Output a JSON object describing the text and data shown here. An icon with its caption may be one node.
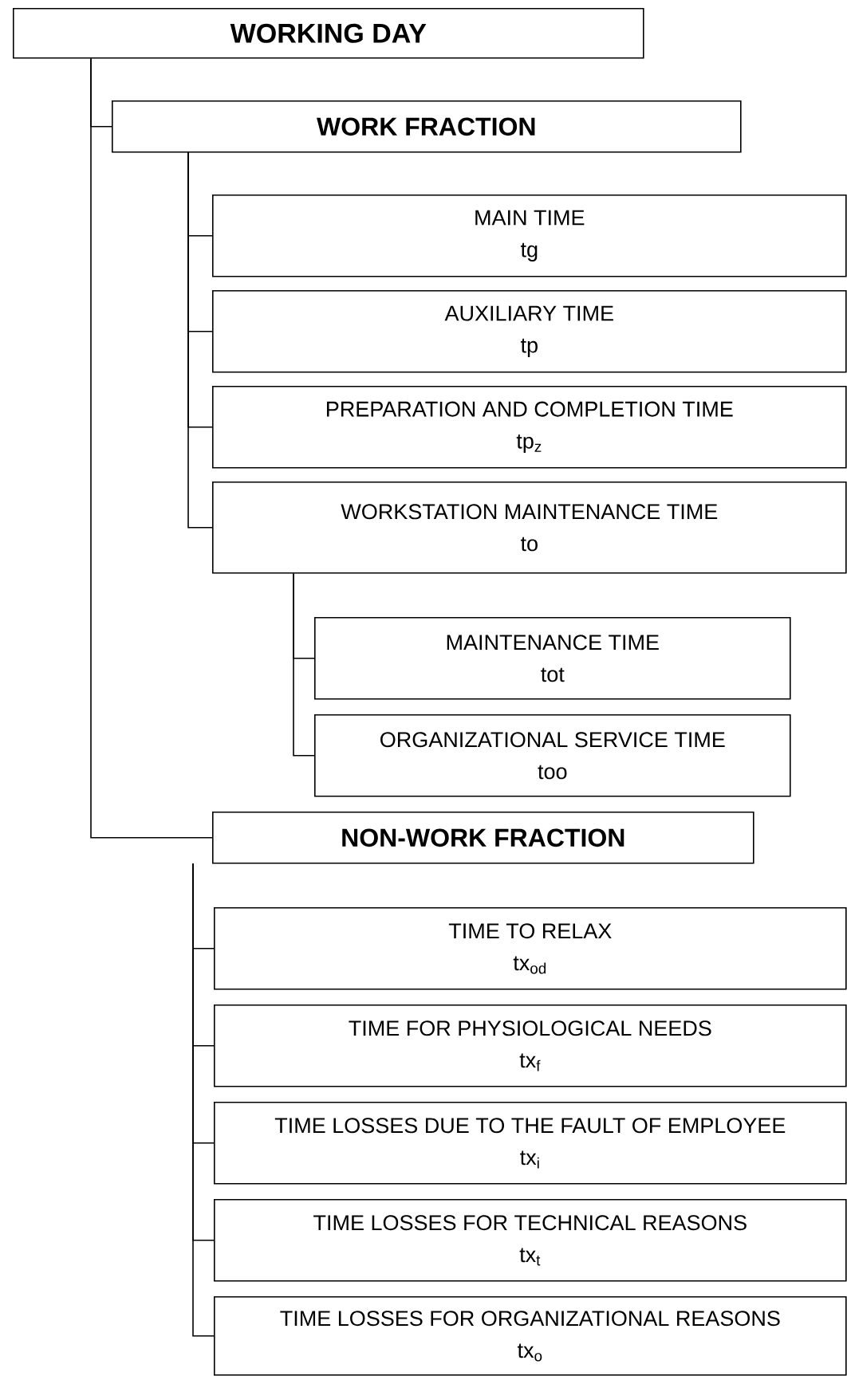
{
  "diagram": {
    "nodes": [
      {
        "text": [
          "WORKING DAY"
        ]
      },
      {
        "text": [
          "WORK FRACTION"
        ]
      },
      {
        "text": [
          "MAIN TIME",
          "tg"
        ]
      },
      {
        "text": [
          "AUXILIARY TIME",
          "tp"
        ]
      },
      {
        "text": [
          "PREPARATION AND COMPLETION TIME",
          "tp$_{z}$"
        ]
      },
      {
        "text": [
          "WORKSTATION MAINTENANCE TIME",
          "to"
        ]
      },
      {
        "text": [
          "MAINTENANCE TIME",
          "tot"
        ]
      },
      {
        "text": [
          "ORGANIZATIONAL SERVICE TIME",
          "too"
        ]
      },
      {
        "text": [
          "NON-WORK FRACTION"
        ]
      },
      {
        "text": [
          "TIME TO RELAX",
          "tx$_{od}$"
        ]
      },
      {
        "text": [
          "TIME FOR PHYSIOLOGICAL NEEDS",
          "tx$_{f}$"
        ]
      },
      {
        "text": [
          "TIME LOSSES DUE TO THE FAULT OF EMPLOYEE",
          "tx$_{i}$"
        ]
      },
      {
        "text": [
          "TIME LOSSES FOR TECHNICAL REASONS",
          "tx$_{t}$"
        ]
      },
      {
        "text": [
          "TIME LOSSES FOR ORGANIZATIONAL REASONS",
          "tx$_{o}$"
        ]
      }
    ],
    "edges": [
      {
        "from": 0,
        "to": 1,
        "arrow": "none"
      },
      {
        "from": 0,
        "to": 8,
        "arrow": "none"
      },
      {
        "from": 1,
        "to": 2,
        "arrow": "none"
      },
      {
        "from": 1,
        "to": 3,
        "arrow": "none"
      },
      {
        "from": 1,
        "to": 4,
        "arrow": "none"
      },
      {
        "from": 1,
        "to": 5,
        "arrow": "none"
      },
      {
        "from": 5,
        "to": 6,
        "arrow": "none"
      },
      {
        "from": 5,
        "to": 7,
        "arrow": "none"
      },
      {
        "from": 8,
        "to": 9,
        "arrow": "none"
      },
      {
        "from": 8,
        "to": 10,
        "arrow": "none"
      },
      {
        "from": 8,
        "to": 11,
        "arrow": "none"
      },
      {
        "from": 8,
        "to": 12,
        "arrow": "none"
      },
      {
        "from": 8,
        "to": 13,
        "arrow": "none"
      }
    ]
  }
}
